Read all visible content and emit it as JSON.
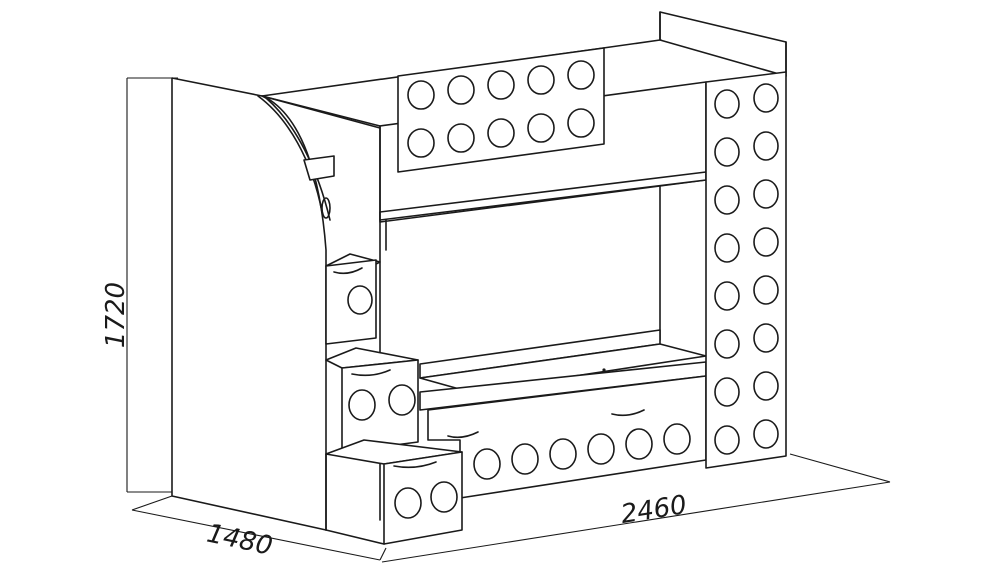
{
  "dimensions": {
    "height": "1720",
    "depth": "1480",
    "length": "2460"
  },
  "colors": {
    "line": "#1a1a1a",
    "background": "#ffffff"
  }
}
